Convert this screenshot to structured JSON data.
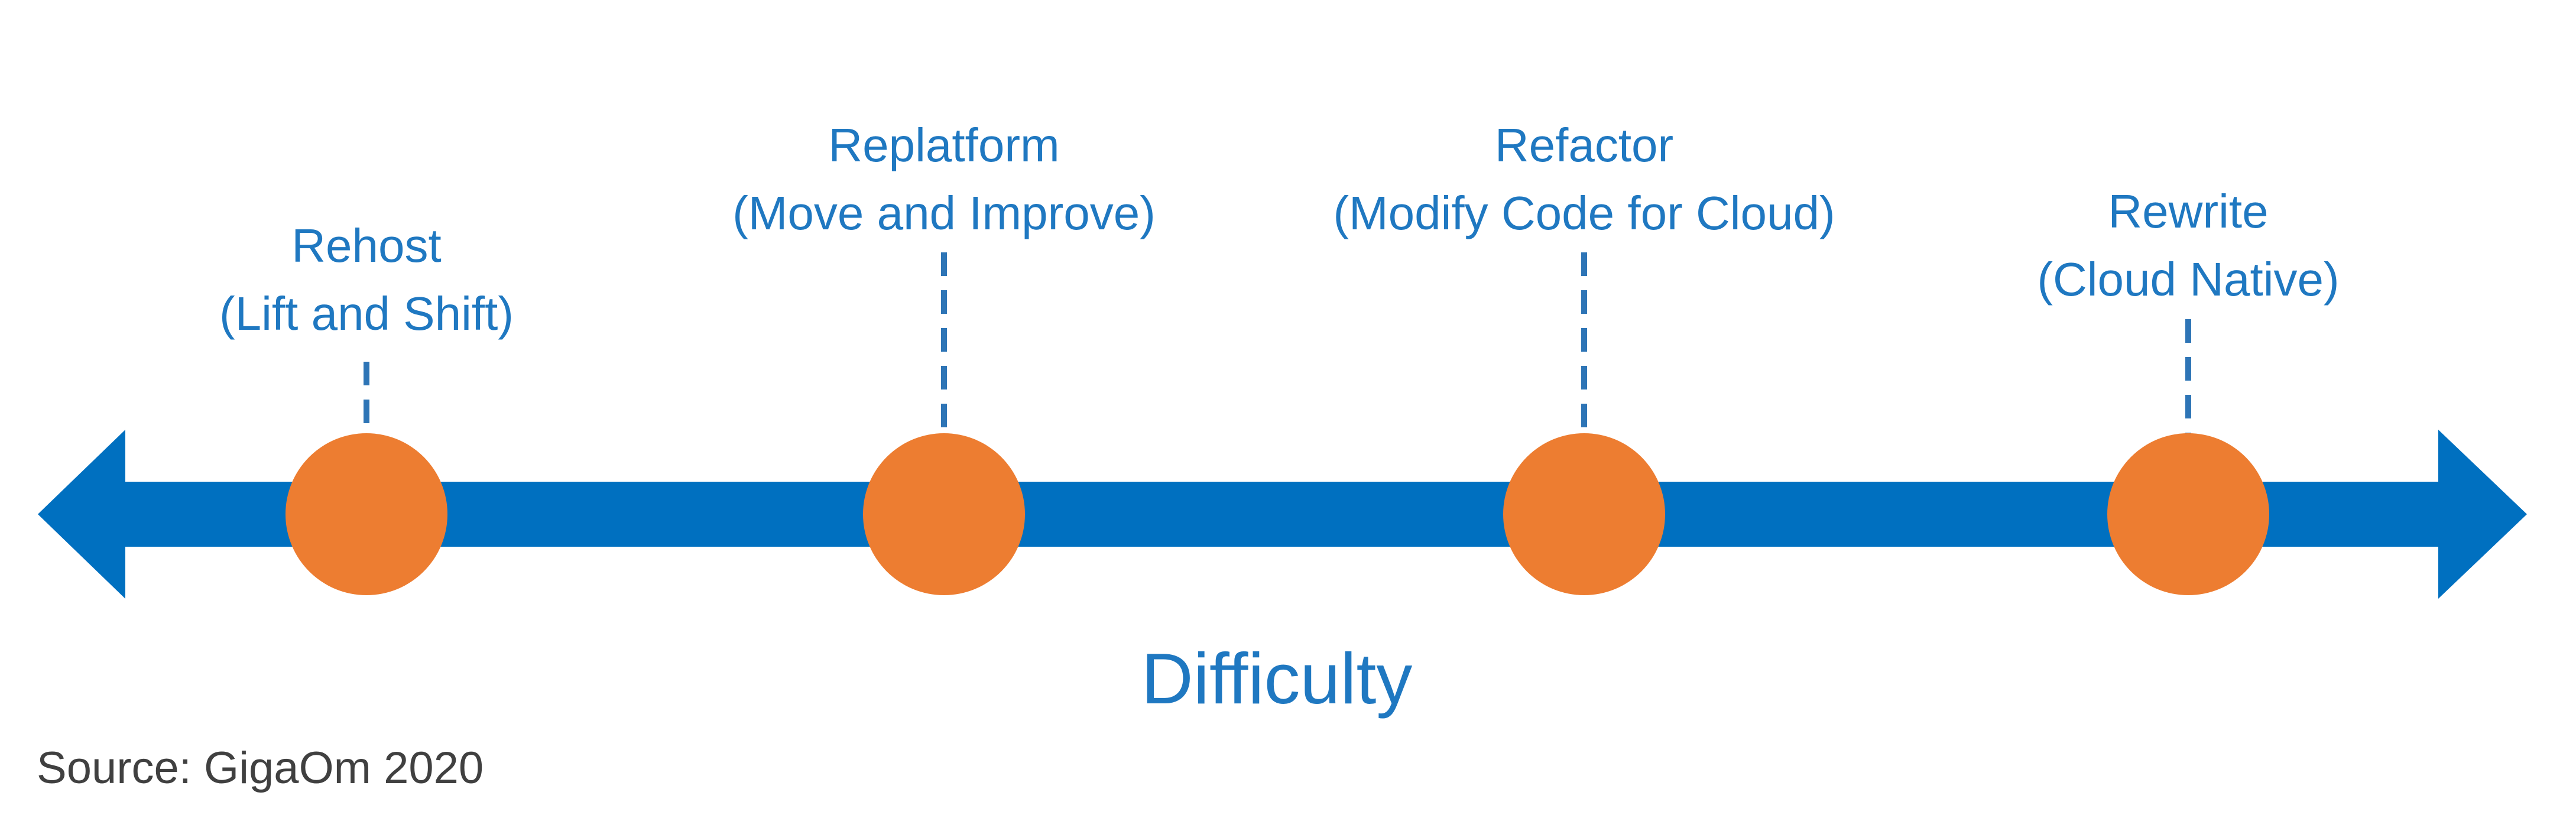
{
  "colors": {
    "arrow": "#0070C0",
    "marker": "#ED7D31",
    "label_text": "#1F78C1",
    "connector": "#2E75B6",
    "source_text": "#404040"
  },
  "stages": [
    {
      "name": "Rehost",
      "subtitle": "(Lift and Shift)"
    },
    {
      "name": "Replatform",
      "subtitle": "(Move and Improve)"
    },
    {
      "name": "Refactor",
      "subtitle": "(Modify Code for Cloud)"
    },
    {
      "name": "Rewrite",
      "subtitle": "(Cloud Native)"
    }
  ],
  "axis_title": "Difficulty",
  "source": "Source: GigaOm 2020"
}
